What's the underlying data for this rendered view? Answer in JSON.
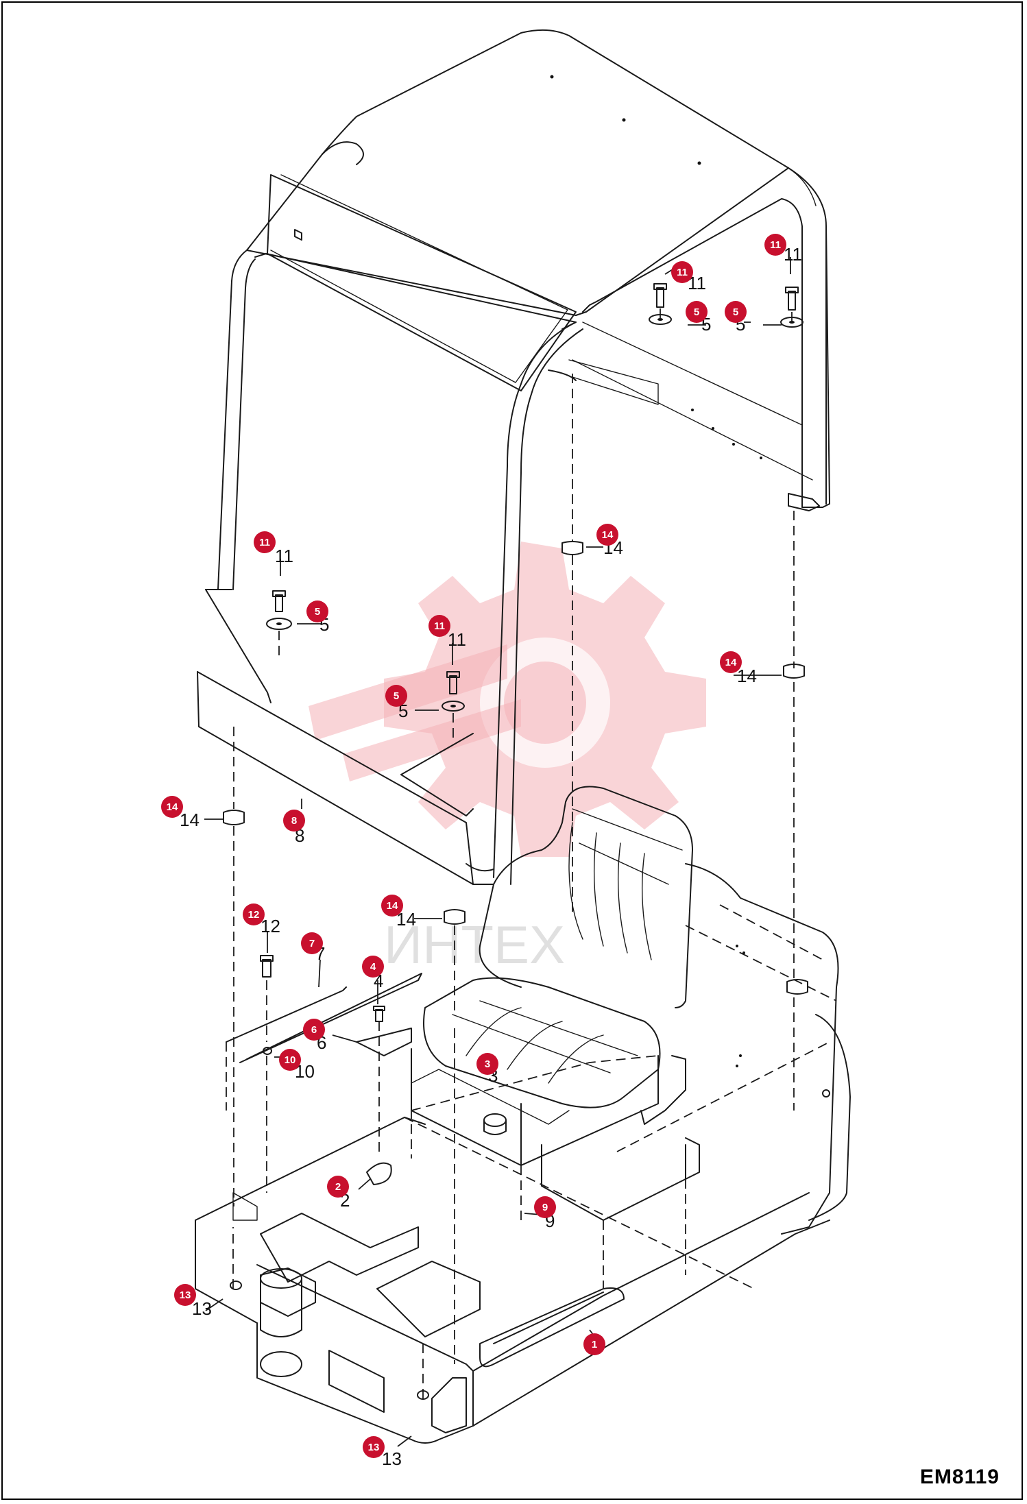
{
  "drawing_code": "EM8119",
  "watermark_text": "ИНТЕХ",
  "colors": {
    "callout": "#c8102e",
    "watermark": "#f4b0b6",
    "line": "#1a1a1a"
  },
  "callouts": [
    {
      "id": "c11a",
      "label": "11",
      "part": "11"
    },
    {
      "id": "c11b",
      "label": "11",
      "part": "11"
    },
    {
      "id": "c5a",
      "label": "5",
      "part": "5"
    },
    {
      "id": "c5b",
      "label": "5",
      "part": "5"
    },
    {
      "id": "c14a",
      "label": "14",
      "part": "14"
    },
    {
      "id": "c11c",
      "label": "11",
      "part": "11"
    },
    {
      "id": "c5c",
      "label": "5",
      "part": "5"
    },
    {
      "id": "c11d",
      "label": "11",
      "part": "11"
    },
    {
      "id": "c14b",
      "label": "14",
      "part": "14"
    },
    {
      "id": "c5d",
      "label": "5",
      "part": "5"
    },
    {
      "id": "c14c",
      "label": "14",
      "part": "14"
    },
    {
      "id": "c8",
      "label": "8",
      "part": "8"
    },
    {
      "id": "c14d",
      "label": "14",
      "part": "14"
    },
    {
      "id": "c12",
      "label": "12",
      "part": "12"
    },
    {
      "id": "c7",
      "label": "7",
      "part": "7"
    },
    {
      "id": "c4",
      "label": "4",
      "part": "4"
    },
    {
      "id": "c6",
      "label": "6",
      "part": "6"
    },
    {
      "id": "c10",
      "label": "10",
      "part": "10"
    },
    {
      "id": "c3",
      "label": "3",
      "part": "3"
    },
    {
      "id": "c2",
      "label": "2",
      "part": "2"
    },
    {
      "id": "c9",
      "label": "9",
      "part": "9"
    },
    {
      "id": "c13a",
      "label": "13",
      "part": "13"
    },
    {
      "id": "c1",
      "label": "1",
      "part": "1"
    },
    {
      "id": "c13b",
      "label": "13",
      "part": "13"
    }
  ]
}
